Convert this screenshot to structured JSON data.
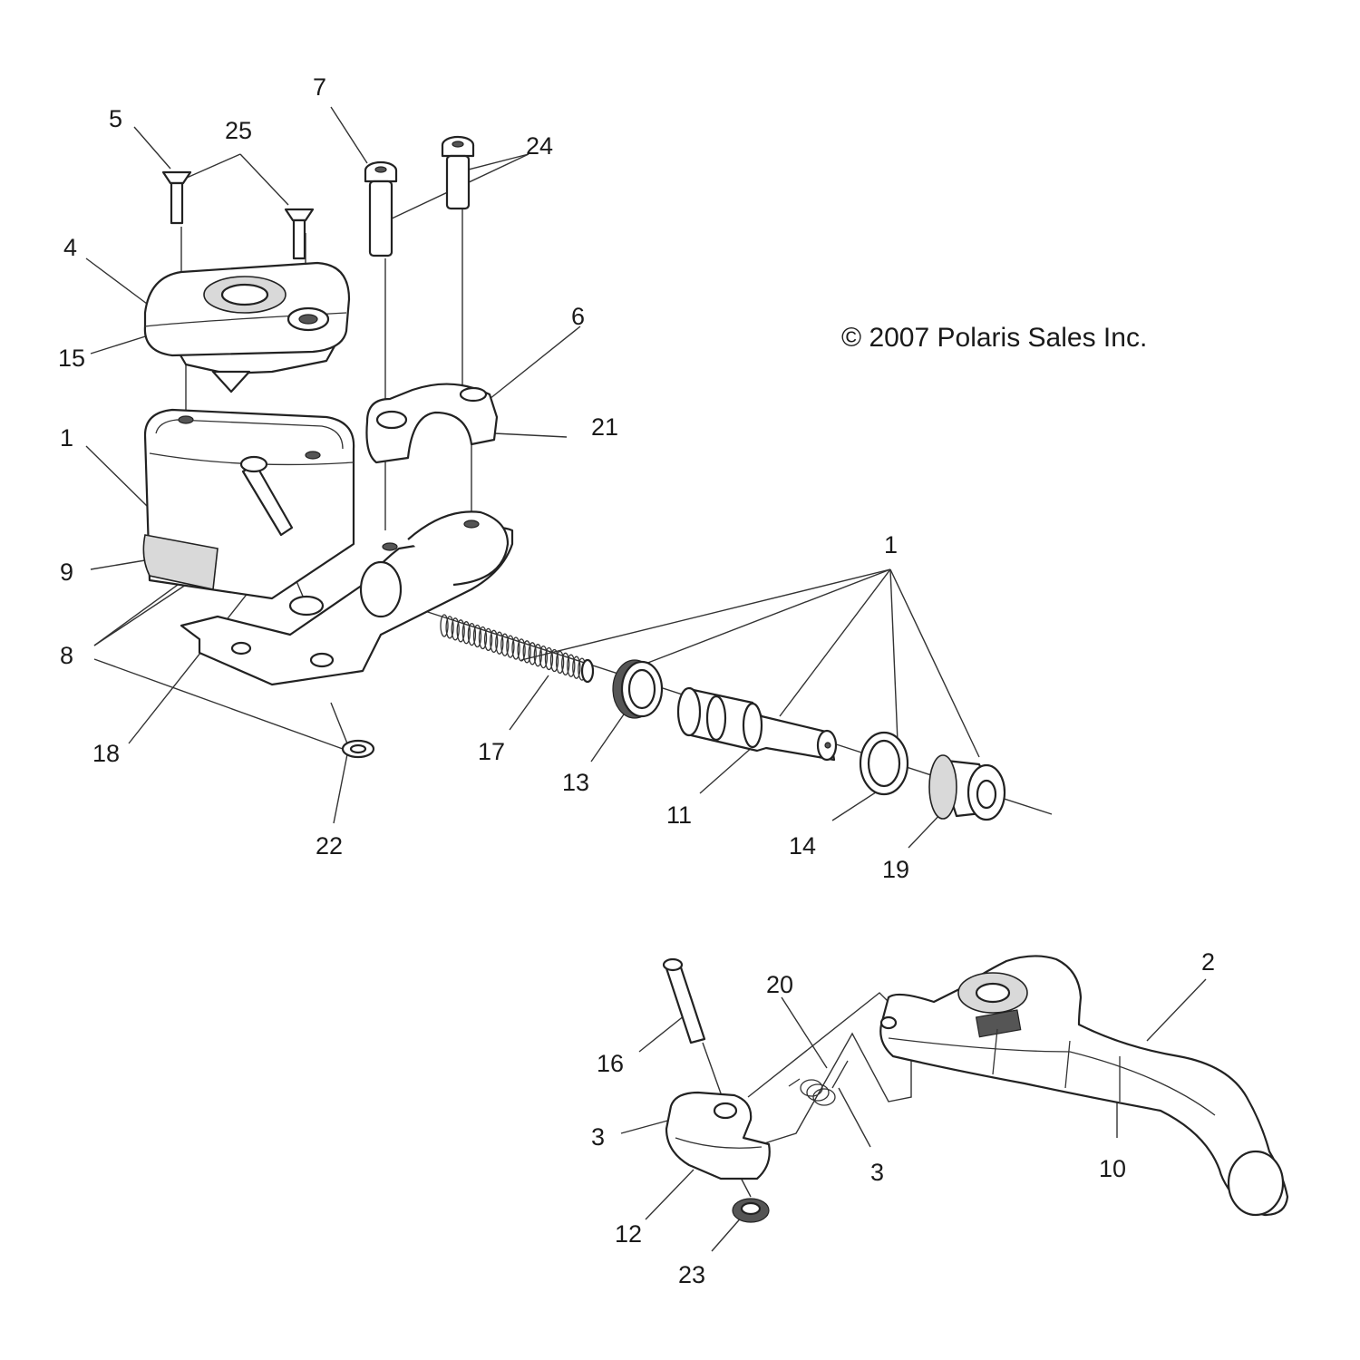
{
  "copyright": "© 2007 Polaris Sales Inc.",
  "callouts": {
    "c1_top": "1",
    "c1_right": "1",
    "c2": "2",
    "c3_left": "3",
    "c3_right": "3",
    "c4": "4",
    "c5": "5",
    "c6": "6",
    "c7": "7",
    "c8": "8",
    "c9": "9",
    "c10": "10",
    "c11": "11",
    "c12": "12",
    "c13": "13",
    "c14": "14",
    "c15": "15",
    "c16": "16",
    "c17": "17",
    "c18": "18",
    "c19": "19",
    "c20": "20",
    "c21": "21",
    "c22": "22",
    "c23": "23",
    "c24": "24",
    "c25": "25"
  }
}
